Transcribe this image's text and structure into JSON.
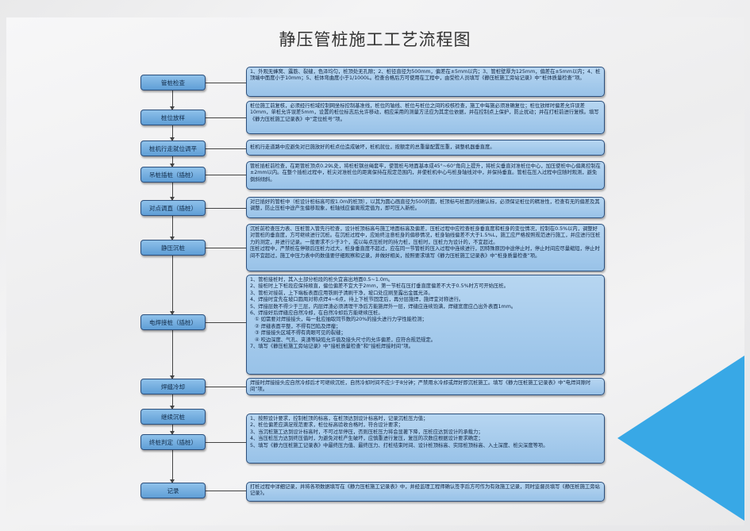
{
  "title": "静压管桩施工工艺流程图",
  "steps": [
    {
      "label": "管桩检查",
      "desc": [
        "1、外观无蜂窝、露筋、裂缝，色泽均匀，桩顶处无孔隙；2、桩径直径为500mm，偏差在±5mm以内；3、管桩壁厚为125mm，偏差在±5mm以内；4、桩顶端中面度小于10mm；5、桩体弯曲度小于1/1000L。检查合格后方可使用在工程中，由受检人员填写《静压桩施工旁站记录》中“桩体质量检查”项。"
      ]
    },
    {
      "label": "桩位放样",
      "desc": [
        "桩位施工前复核，必须经行桩域控制网坐标控制基准线，桩位的轴线、桩位与桩位之间的校核检查，施工中每施必须准确复位；桩位放样时偏差允许误差10mm，单桩允许误差5mm，设置的桩位标志后允许移动，相应采用的测量方法应为其定位依据，并在控制点上保护，防止扰动；并在打桩前进行复核。填写《静力压桩施工记录表》中“定位桩号”项。"
      ]
    },
    {
      "label": "桩机行走就位调平",
      "desc": [
        "桩机行走道路中应避免对已施放好的桩点位造成破坏，桩机就位，按额定的总重量配置压重，调整机器垂直度。"
      ]
    },
    {
      "label": "吊桩插桩（插桩）",
      "desc": [
        "管桩插桩前检查，在距管桩顶点0.29L处，将桩桩钢丝绳套牢，使管桩与地面基本成45°~60°角向上提升，将桩尖垂直对准桩位中心，加压使桩中心偏离控制在±2mm以内。在整个插桩过程中，桩尖对准桩位的距离保持在规定范围内，并使桩机中心与桩身轴线对中，并保持垂直。管桩在压入过程中应随时观测，避免倒斜倾斜。"
      ]
    },
    {
      "label": "对点调直（插桩）",
      "desc": [
        "对已插好的管桩中（桩设计桩标高可按1.0m的桩顶），以其为圆心画直径为500的圆，桩顶标与桩面的线确认标，必须保证桩位的精准性，检查有无的偏差及其调整，防止压桩中途产生偏移现象，桩轴线应偏离规定值为，即可压入新桩。"
      ]
    },
    {
      "label": "静压沉桩",
      "desc": [
        "沉桩前检查压力表、压桩管入管先行检查，设计桩顶标高与施工地面标高及偏差，压桩过程中应检查桩身垂直度和桩身的变位情况，控制在0.5%以内，调整好对管桩的垂直度，方可继续进行沉桩。在沉桩过程中，应始终注意桩身的偏移情况，桩身轴线偏差不大于1.5%L，施工应严格按照规范进行施工，并应进行压桩力的测定，并进行记录。一般要求不少于3个，或以每点压桩时的持力桩，压桩时，压桩力为设计的，不宜超过。",
        "压桩过程中，严禁桩在停顿后压桩力过大，桩身垂直度不超过，应在同一节管桩的压入过程中连续进行，因特殊原因中途停止时，停止时间应尽量缩短，停止时间不宜超过，施工中压力表中的数值要仔细观察和记录，并做好相关，按照要求填写《静力压桩施工记录表》中“桩身质量检查”项。"
      ]
    },
    {
      "label": "电焊接桩（插桩）",
      "desc": [
        "1、管桩接桩时，其入土部分桩段的桩头宜高出地面0.5~1.0m。",
        "2、接桩时上下桩段应保持顺直，偏位偏差不宜大于2mm，第一节桩在压打垂直度偏差不大于0.5%时方可开始压桩。",
        "3、管桩对接前，上下端板表面应用铁刷子清刷干净，坡口处应刷至露出金属光泽。",
        "4、焊接时宜先在坡口圆周对称点焊4~6点，待上下桩节固定后，再分层施焊，施焊宜对称进行。",
        "5、焊接层数不得少于三层，内层焊渣必须清理干净后方能施焊外一层，焊缝应连续饱满，焊缝宽度应凸出外表面1mm。",
        "6、焊接好后焊缝应自然冷却，在自然冷却后方能继续压桩。",
        "① 如需要对焊接接头，每一批应抽取同节数的20%的接头进行力学性能检测；",
        "② 焊缝表面平整，不得有凹陷及焊瘤；",
        "③ 焊接接头区域不得有肉眼可见的裂缝；",
        "④ 咬边深度、气孔、夹渣等缺陷允许值及接头尺寸的允许偏差，应符合规范规定。",
        "7、填写《静压桩施工旁站记录》中“接桩质量检查”和“接桩焊接时间”项。"
      ]
    },
    {
      "label": "焊缝冷却",
      "desc": [
        "焊接时焊接接头应自然冷却后才可继续沉桩，自然冷却时间不应少于8分钟；严禁用水冷却或焊好即沉桩施工。填写《静力压桩施工记录表》中“电焊间隙时间”项。"
      ]
    },
    {
      "label": "继续沉桩",
      "desc": []
    },
    {
      "label": "终桩判定（插桩）",
      "desc": [
        "1、按照设计要求，控制桩顶的标高，在桩顶达到设计标高时，记录沉桩压力值；",
        "2、桩位偏差应满足规范要求，桩位标高验收合格时，符合设计要求；",
        "3、当沉桩施工达到设计标高时，不可过早停压，否则压桩压力将会显著下降，压桩应达到设计的承载力；",
        "4、当压桩压力达到终压值时，为避免对桩产生破坏，应慎重进行复压，复压的次数应根据设计要求确定；",
        "5、填写《静力压桩施工记录表》中最终压力值、最终压力、打桩结束时间、设计桩顶标高、实际桩顶标高、入土深度、桩尖深度等项。"
      ]
    },
    {
      "label": "记录",
      "desc": [
        "打桩过程中详细记录，并将各项数据填写在《静力压桩施工记录表》中，并经监理工程师确认签字后方可作为有效施工记录，同时监督员填写《静压桩施工旁站记录》。"
      ]
    }
  ],
  "colors": {
    "step_fill": "#6fa9dd",
    "desc_fill": "#a6cbeb",
    "accent_triangle": "#38a8e6"
  }
}
